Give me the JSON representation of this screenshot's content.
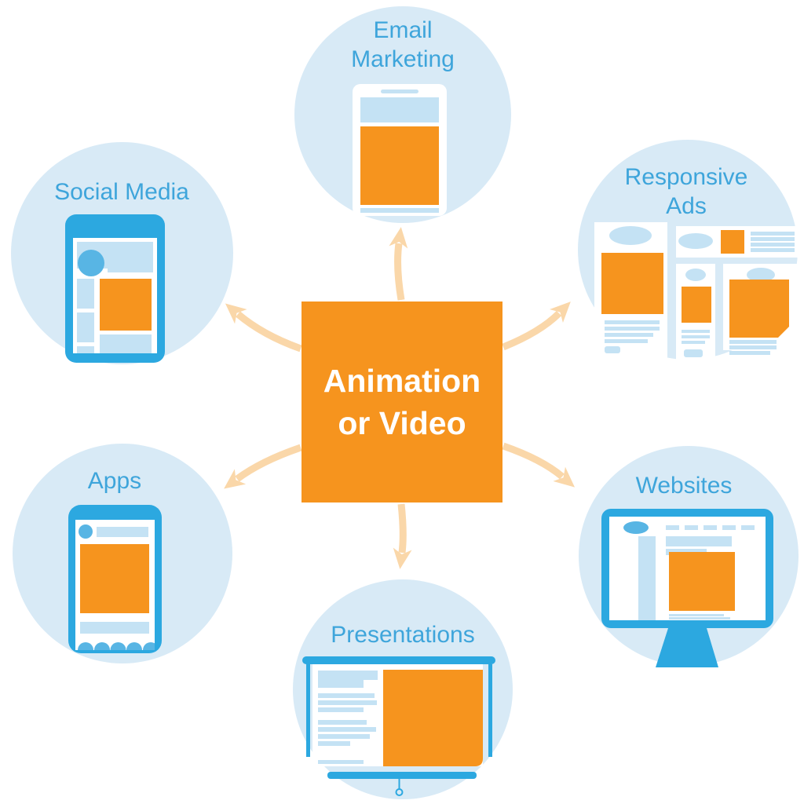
{
  "colors": {
    "bg": "#ffffff",
    "circle": "#D8EAF6",
    "label-blue": "#3EA5DB",
    "bright-blue": "#2CA8E0",
    "mid-blue": "#58B5E4",
    "light-blue": "#C4E2F4",
    "orange": "#F6941E",
    "arrow-peach": "#FAD7A9",
    "white": "#ffffff"
  },
  "center": {
    "line1": "Animation",
    "line2": "or Video"
  },
  "nodes": [
    {
      "id": "email-marketing",
      "label": "Email Marketing",
      "icon": "smartphone-email-icon",
      "position": "top"
    },
    {
      "id": "responsive-ads",
      "label": "Responsive Ads",
      "icon": "ad-layouts-icon",
      "position": "top-right"
    },
    {
      "id": "websites",
      "label": "Websites",
      "icon": "desktop-monitor-icon",
      "position": "right"
    },
    {
      "id": "presentations",
      "label": "Presentations",
      "icon": "projector-screen-icon",
      "position": "bottom"
    },
    {
      "id": "apps",
      "label": "Apps",
      "icon": "smartphone-app-icon",
      "position": "left"
    },
    {
      "id": "social-media",
      "label": "Social Media",
      "icon": "smartphone-feed-icon",
      "position": "top-left"
    }
  ],
  "connections": [
    {
      "from": "center",
      "to": "email-marketing"
    },
    {
      "from": "center",
      "to": "responsive-ads"
    },
    {
      "from": "center",
      "to": "websites"
    },
    {
      "from": "center",
      "to": "presentations"
    },
    {
      "from": "center",
      "to": "apps"
    },
    {
      "from": "center",
      "to": "social-media"
    }
  ]
}
